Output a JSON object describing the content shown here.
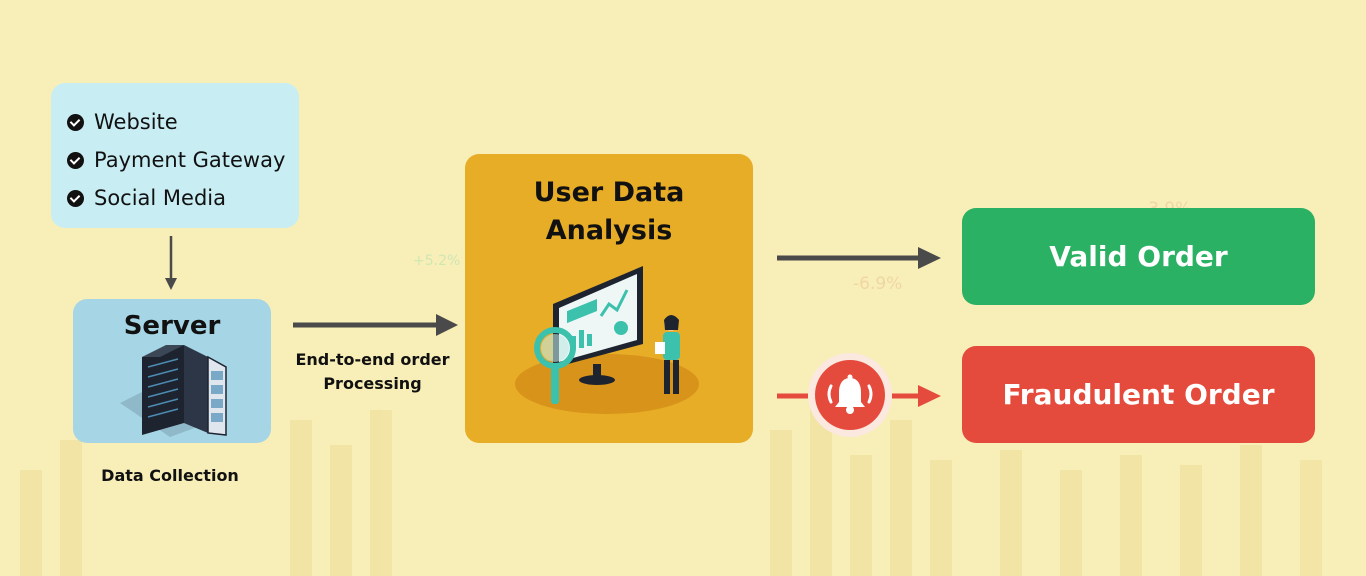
{
  "sources": {
    "items": [
      {
        "label": "Website",
        "icon": "check-circle-icon"
      },
      {
        "label": "Payment Gateway",
        "icon": "check-circle-icon"
      },
      {
        "label": "Social Media",
        "icon": "check-circle-icon"
      }
    ]
  },
  "server": {
    "title": "Server",
    "caption": "Data Collection",
    "icon": "server-rack-icon"
  },
  "edge_processing": {
    "line1": "End-to-end order",
    "line2": "Processing"
  },
  "analysis": {
    "title": "User Data Analysis",
    "icon": "analytics-dashboard-illustration"
  },
  "outcomes": {
    "valid": {
      "label": "Valid Order",
      "color": "#2bb163"
    },
    "fraud": {
      "label": "Fraudulent Order",
      "color": "#e54b3c"
    }
  },
  "alert": {
    "icon": "alarm-bell-icon",
    "color": "#e54b3c"
  },
  "background": {
    "tickers": [
      "-3.9%",
      "+5.2%",
      "-6.9%"
    ],
    "base_color": "#f8eeb8"
  }
}
